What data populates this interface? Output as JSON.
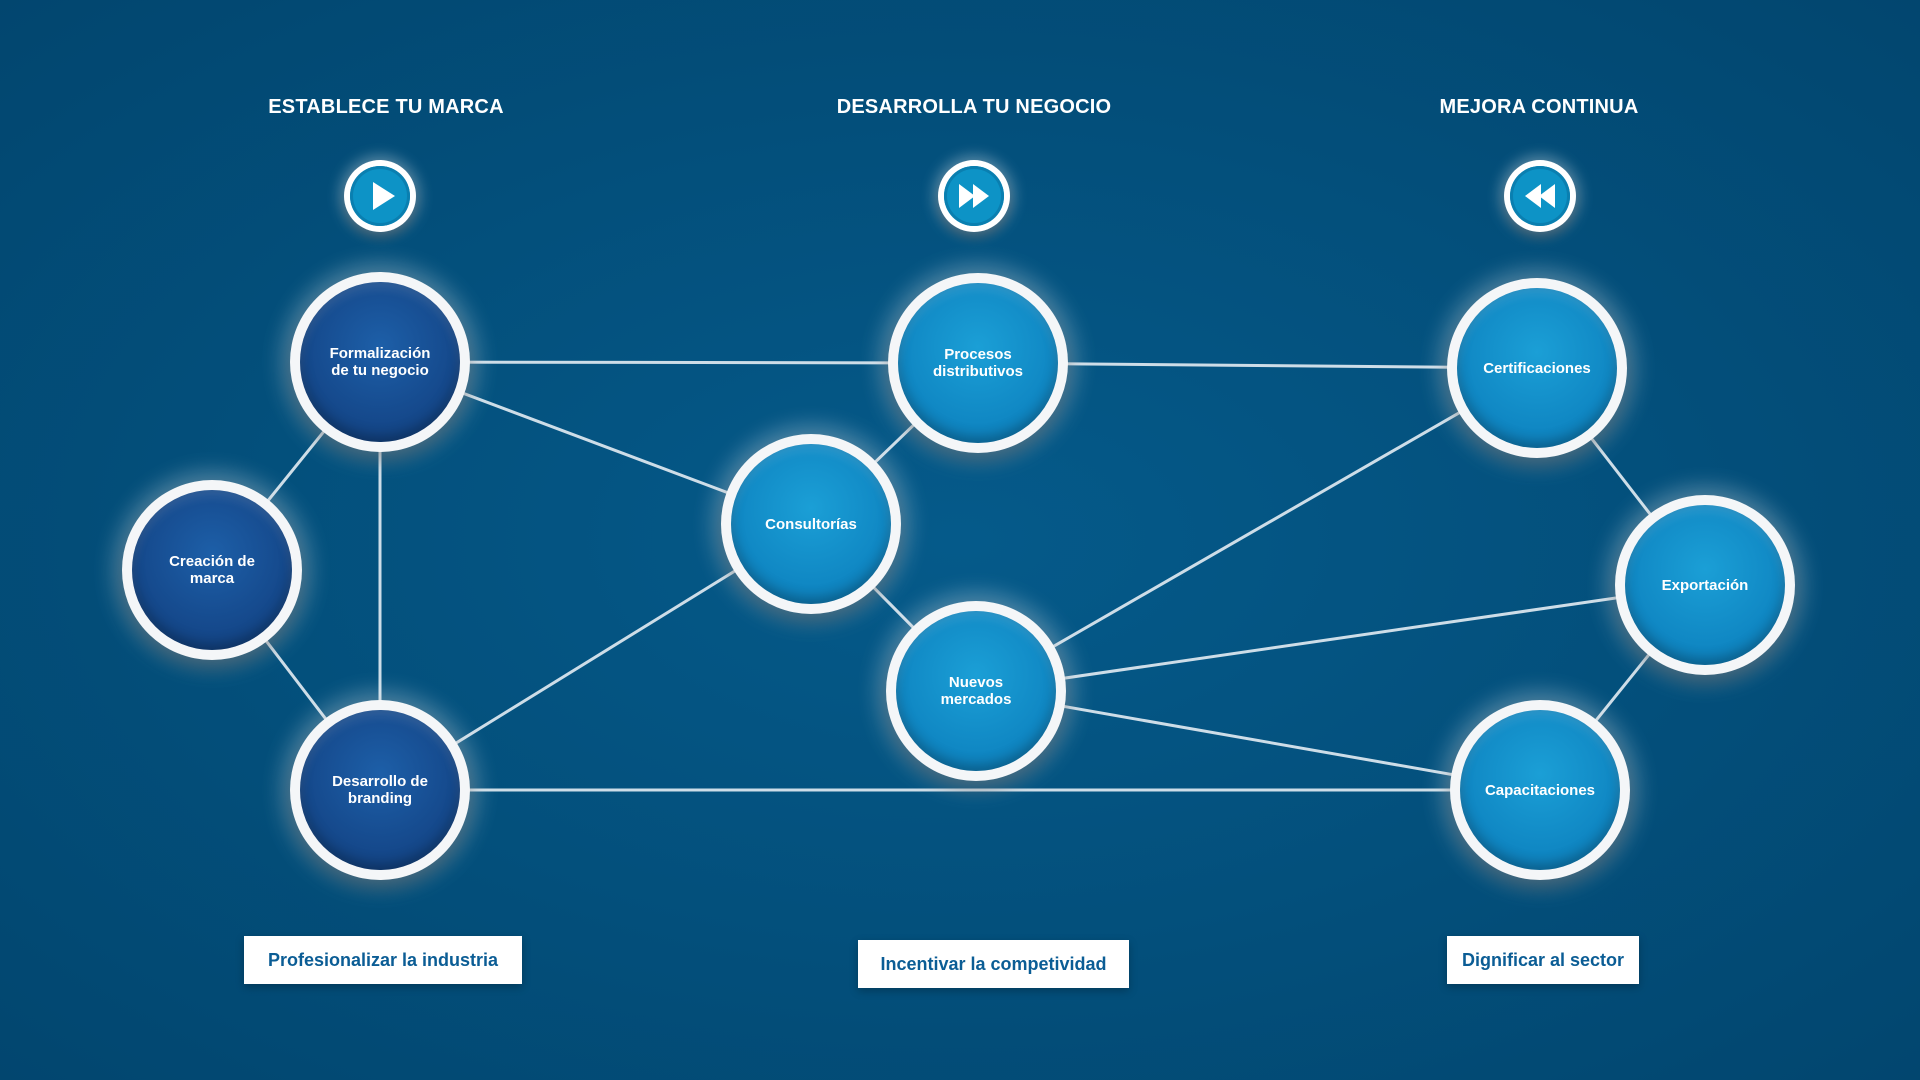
{
  "columns": [
    {
      "title": "ESTABLECE TU MARCA",
      "icon": "play-icon",
      "tagline": "Profesionalizar la industria"
    },
    {
      "title": "DESARROLLA TU NEGOCIO",
      "icon": "fast-forward-icon",
      "tagline": "Incentivar la competividad"
    },
    {
      "title": "MEJORA CONTINUA",
      "icon": "rewind-icon",
      "tagline": "Dignificar al sector"
    }
  ],
  "nodes": {
    "formalizacion": "Formalización de tu negocio",
    "creacion": "Creación de marca",
    "branding": "Desarrollo de branding",
    "consultorias": "Consultorías",
    "procesos": "Procesos distributivos",
    "nuevos": "Nuevos mercados",
    "certificaciones": "Certificaciones",
    "exportacion": "Exportación",
    "capacitaciones": "Capacitaciones"
  },
  "edges": [
    [
      "formalizacion",
      "creacion"
    ],
    [
      "formalizacion",
      "branding"
    ],
    [
      "creacion",
      "branding"
    ],
    [
      "formalizacion",
      "procesos"
    ],
    [
      "formalizacion",
      "consultorias"
    ],
    [
      "branding",
      "consultorias"
    ],
    [
      "branding",
      "capacitaciones"
    ],
    [
      "consultorias",
      "procesos"
    ],
    [
      "consultorias",
      "nuevos"
    ],
    [
      "procesos",
      "certificaciones"
    ],
    [
      "nuevos",
      "certificaciones"
    ],
    [
      "nuevos",
      "exportacion"
    ],
    [
      "nuevos",
      "capacitaciones"
    ],
    [
      "certificaciones",
      "exportacion"
    ],
    [
      "exportacion",
      "capacitaciones"
    ]
  ],
  "colors": {
    "background": "#03507c",
    "node_dark": "#15498c",
    "node_light": "#1088c4",
    "connector": "#dfe9f1",
    "tag_text": "#0b5d95"
  }
}
